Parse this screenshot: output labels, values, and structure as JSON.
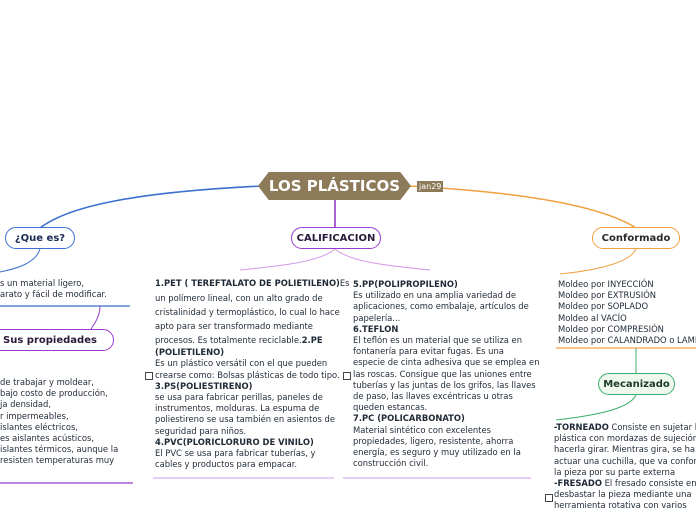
{
  "central": {
    "title": "LOS PLÁSTICOS",
    "date_badge": "jan29"
  },
  "nodes": {
    "que_es": "¿Que es?",
    "propiedades": "Sus propiedades",
    "calificacion": "CALIFICACION",
    "conformado": "Conformado",
    "mecanizado": "Mecanizado"
  },
  "que_es_text": [
    "s un material ligero,",
    "arato y fácil de modificar."
  ],
  "propiedades_text": [
    "de trabajar y moldear,",
    "bajo costo de producción,",
    "ja densidad,",
    "r impermeables,",
    "islantes eléctricos,",
    "es aislantes acústicos,",
    "islantes térmicos, aunque la",
    "resisten temperaturas muy"
  ],
  "calif_left": {
    "pet_title": "1.PET ( TEREFTALATO DE POLIETILENO)",
    "pet_es": "Es",
    "pet_lines": [
      "un polímero lineal, con un alto grado de",
      "cristalinidad y termoplástico, lo cual lo hace",
      "apto para ser transformado mediante"
    ],
    "pet_last": "procesos. Es totalmente reciclable.",
    "pe_num": "2.PE",
    "pe_title": "(POLIETILENO)",
    "pe_lines": [
      "Es un plástico versátil con el que pueden",
      "crearse como: Bolsas plásticas de todo tipo."
    ],
    "ps_title": "3.PS(POLIESTIRENO)",
    "ps_lines": [
      "se usa para fabricar perillas, paneles de",
      "instrumentos, molduras. La espuma de",
      "poliestireno se usa también en asientos de",
      "seguridad para niños."
    ],
    "pvc_title": "4.PVC(PLORICLORURO DE VINILO)",
    "pvc_lines": [
      "El PVC se usa para fabricar  tuberías,  y",
      "cables y productos para empacar."
    ]
  },
  "calif_right": {
    "pp_title": "5.PP(POLIPROPILENO)",
    "pp_lines": [
      "Es utilizado en una amplia variedad de",
      "aplicaciones, como embalaje,  artículos de",
      "papelería..."
    ],
    "teflon_title": "6.TEFLON",
    "teflon_lines": [
      "El teflón es un material que se utiliza en",
      "fontanería para evitar fugas. Es una",
      "especie de cinta adhesiva que se emplea en",
      "las roscas. Consigue que las uniones entre",
      "tuberías y las juntas de los grifos, las llaves",
      "de paso, las llaves excéntricas u otras",
      "queden estancas."
    ],
    "pc_title": "7.PC (POLICARBONATO)",
    "pc_lines": [
      "Material sintético con excelentes",
      "propiedades, ligero, resistente, ahorra",
      "energía, es seguro y muy utilizado en la",
      "construcción civil."
    ]
  },
  "conformado_list": [
    "Moldeo por INYECCIÓN",
    "Moldeo por EXTRUSIÓN",
    "Moldeo por SOPLADO",
    "Moldeo al VACÍO",
    "Moldeo por COMPRESIÓN",
    "Moldeo por CALANDRADO o LAMIN"
  ],
  "mecanizado_text": {
    "torneado_title": "-TORNEADO",
    "torneado_first": " Consiste en sujetar l",
    "torneado_lines": [
      "plástica con mordazas de sujeción",
      "hacerla girar. Mientras gira, se ha",
      "actuar una cuchilla, que va confor",
      "la pieza por su parte externa"
    ],
    "fresado_title": "-FRESADO",
    "fresado_first": " El fresado consiste en",
    "fresado_lines": [
      "desbastar la pieza mediante una",
      "herramienta rotativa con varios"
    ]
  },
  "colors": {
    "central": "#8c7a58",
    "blue": "#3b6fd0",
    "purple": "#9a3bcf",
    "orange": "#f0a040",
    "green": "#3db06a"
  }
}
